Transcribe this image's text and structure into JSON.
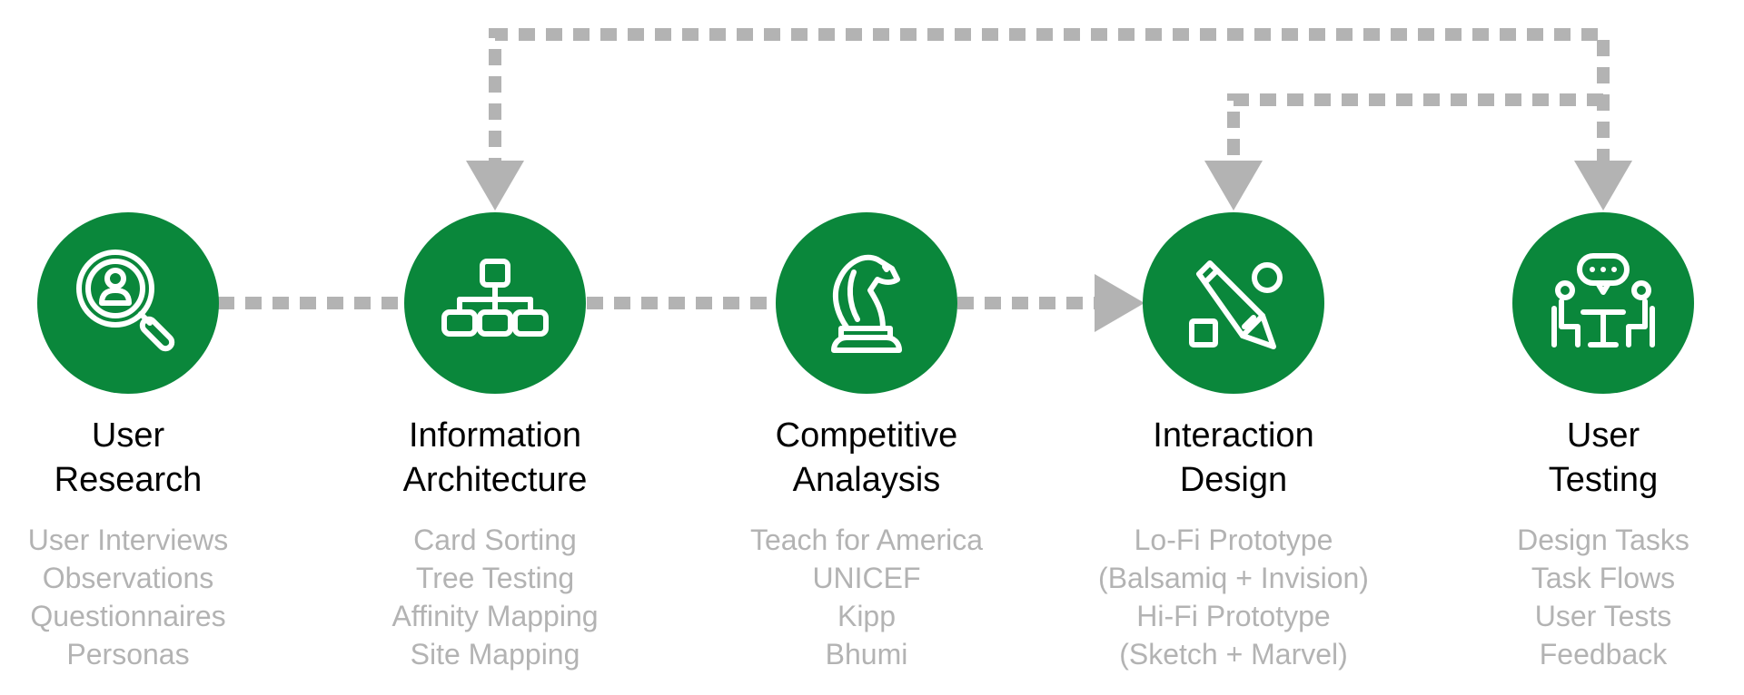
{
  "colors": {
    "node_fill": "#0a873b",
    "connector": "#b3b3b3",
    "detail_text": "#b3b3b3",
    "title_text": "#000000",
    "icon_stroke": "#ffffff"
  },
  "stages": [
    {
      "icon": "user-search-icon",
      "title_line1": "User",
      "title_line2": "Research",
      "items": [
        "User Interviews",
        "Observations",
        "Questionnaires",
        "Personas"
      ]
    },
    {
      "icon": "sitemap-icon",
      "title_line1": "Information",
      "title_line2": "Architecture",
      "items": [
        "Card Sorting",
        "Tree Testing",
        "Affinity Mapping",
        "Site Mapping"
      ]
    },
    {
      "icon": "chess-knight-icon",
      "title_line1": "Competitive",
      "title_line2": "Analaysis",
      "items": [
        "Teach for America",
        "UNICEF",
        "Kipp",
        "Bhumi"
      ]
    },
    {
      "icon": "pencil-shapes-icon",
      "title_line1": "Interaction",
      "title_line2": "Design",
      "items": [
        "Lo-Fi Prototype",
        "(Balsamiq + Invision)",
        "Hi-Fi Prototype",
        "(Sketch + Marvel)"
      ]
    },
    {
      "icon": "meeting-chat-icon",
      "title_line1": "User",
      "title_line2": "Testing",
      "items": [
        "Design Tasks",
        "Task Flows",
        "User Tests",
        "Feedback"
      ]
    }
  ],
  "connections": [
    {
      "from": "User Research",
      "to": "Information Architecture",
      "arrow": false
    },
    {
      "from": "Information Architecture",
      "to": "Competitive Analaysis",
      "arrow": false
    },
    {
      "from": "Competitive Analaysis",
      "to": "Interaction Design",
      "arrow": true
    },
    {
      "from": "User Testing",
      "to": "Information Architecture",
      "arrow": true
    },
    {
      "from": "User Testing",
      "to": "Interaction Design",
      "arrow": true
    }
  ]
}
